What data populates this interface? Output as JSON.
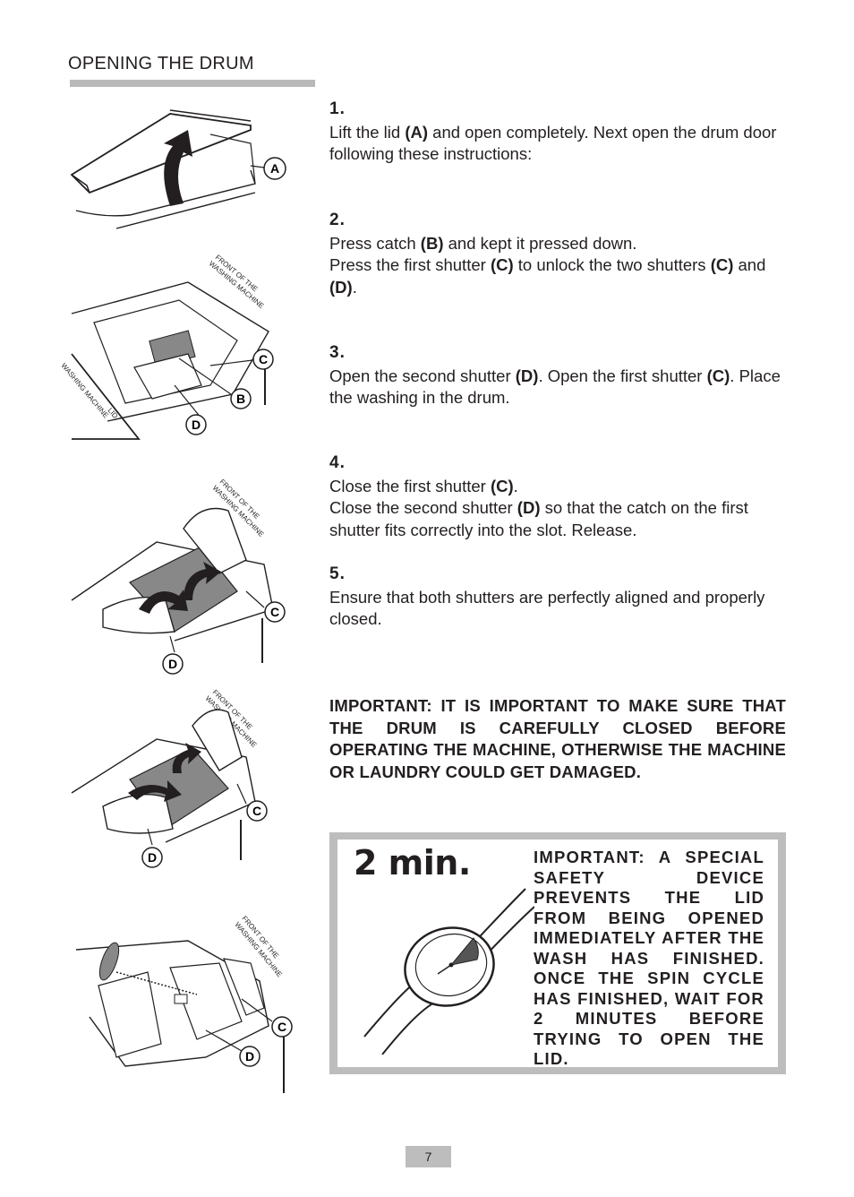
{
  "header": {
    "title": "OPENING THE DRUM"
  },
  "steps": [
    {
      "num": "1.",
      "lines": [
        [
          "Lift the lid ",
          "(A)",
          " and open completely. Next open the drum door following these instructions:"
        ]
      ]
    },
    {
      "num": "2.",
      "lines": [
        [
          "Press catch ",
          "(B)",
          " and kept it pressed down."
        ],
        [
          "Press the first shutter ",
          "(C)",
          " to unlock the two shutters ",
          "(C)",
          " and ",
          "(D)",
          "."
        ]
      ]
    },
    {
      "num": "3.",
      "lines": [
        [
          "Open the second shutter ",
          "(D)",
          ". Open the first shutter ",
          "(C)",
          ". Place the washing in the drum."
        ]
      ]
    },
    {
      "num": "4.",
      "lines": [
        [
          "Close the first shutter ",
          "(C)",
          "."
        ],
        [
          "Close the second shutter ",
          "(D)",
          " so that the catch on the first shutter fits correctly into the slot. Release."
        ]
      ]
    },
    {
      "num": "5.",
      "lines": [
        [
          "Ensure that both shutters are perfectly aligned and properly closed."
        ]
      ]
    }
  ],
  "important": "IMPORTANT: IT IS IMPORTANT TO MAKE SURE THAT THE DRUM IS CAREFULLY CLOSED BEFORE OPERATING THE MACHINE, OTHERWISE THE MACHINE OR LAUNDRY COULD GET DAMAGED.",
  "safety_box": {
    "time_label": "2 min.",
    "text": "IMPORTANT: A SPECIAL SAFETY DEVICE PREVENTS THE LID FROM BEING OPENED IMMEDIATELY AFTER THE WASH HAS FINISHED. ONCE THE SPIN CYCLE HAS FINISHED, WAIT FOR 2 MINUTES BEFORE TRYING TO OPEN THE LID."
  },
  "figure_labels": {
    "a": "A",
    "b": "B",
    "c": "C",
    "d": "D",
    "front_line1": "FRONT OF THE",
    "front_line2": "WASHING MACHINE",
    "lid_line1": "LID",
    "lid_line2": "WASHING MACHINE"
  },
  "footer": {
    "page_number": "7"
  }
}
